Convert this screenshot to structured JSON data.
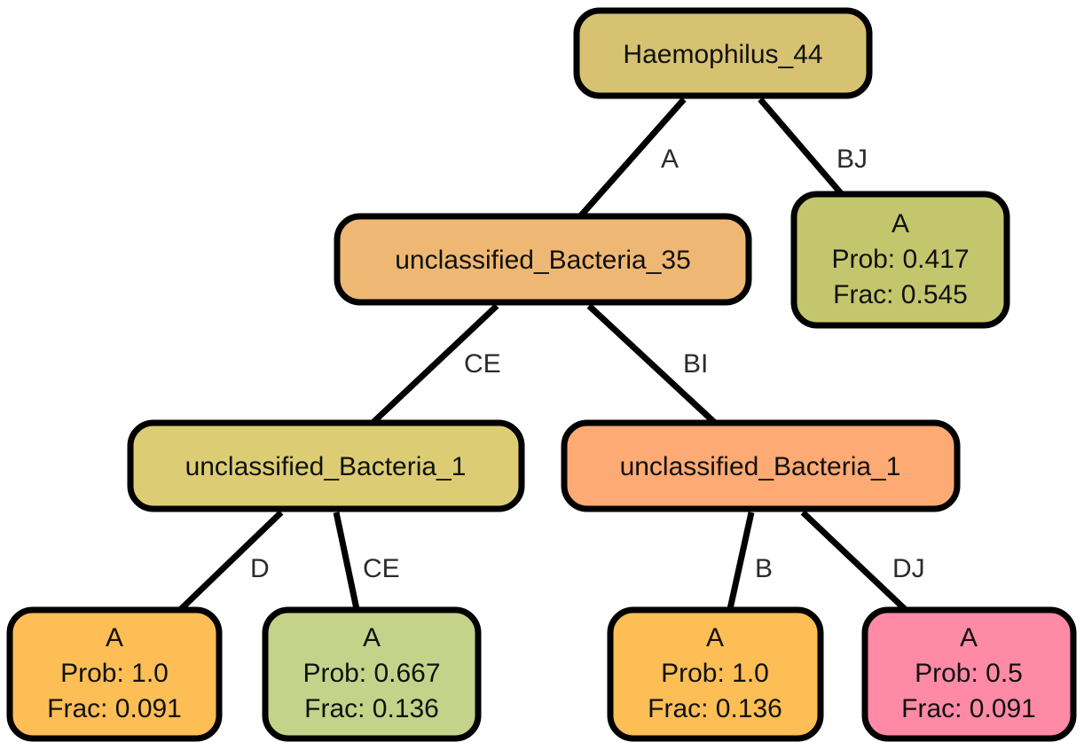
{
  "nodes": {
    "root": {
      "label": "Haemophilus_44",
      "color": "#d6c271"
    },
    "n35": {
      "label": "unclassified_Bacteria_35",
      "color": "#eeb874"
    },
    "n1a": {
      "label": "unclassified_Bacteria_1",
      "color": "#dccd75"
    },
    "n1b": {
      "label": "unclassified_Bacteria_1",
      "color": "#feaa74"
    },
    "leafBJ": {
      "line1": "A",
      "line2": "Prob: 0.417",
      "line3": "Frac: 0.545",
      "color": "#c4c66d"
    },
    "leafD": {
      "line1": "A",
      "line2": "Prob: 1.0",
      "line3": "Frac: 0.091",
      "color": "#fdbe56"
    },
    "leafCE": {
      "line1": "A",
      "line2": "Prob: 0.667",
      "line3": "Frac: 0.136",
      "color": "#c5d38a"
    },
    "leafB": {
      "line1": "A",
      "line2": "Prob: 1.0",
      "line3": "Frac: 0.136",
      "color": "#fdbe56"
    },
    "leafDJ": {
      "line1": "A",
      "line2": "Prob: 0.5",
      "line3": "Frac: 0.091",
      "color": "#fe8aa6"
    }
  },
  "edges": {
    "root_n35": "A",
    "root_leafBJ": "BJ",
    "n35_n1a": "CE",
    "n35_n1b": "BI",
    "n1a_leafD": "D",
    "n1a_leafCE": "CE",
    "n1b_leafB": "B",
    "n1b_leafDJ": "DJ"
  }
}
